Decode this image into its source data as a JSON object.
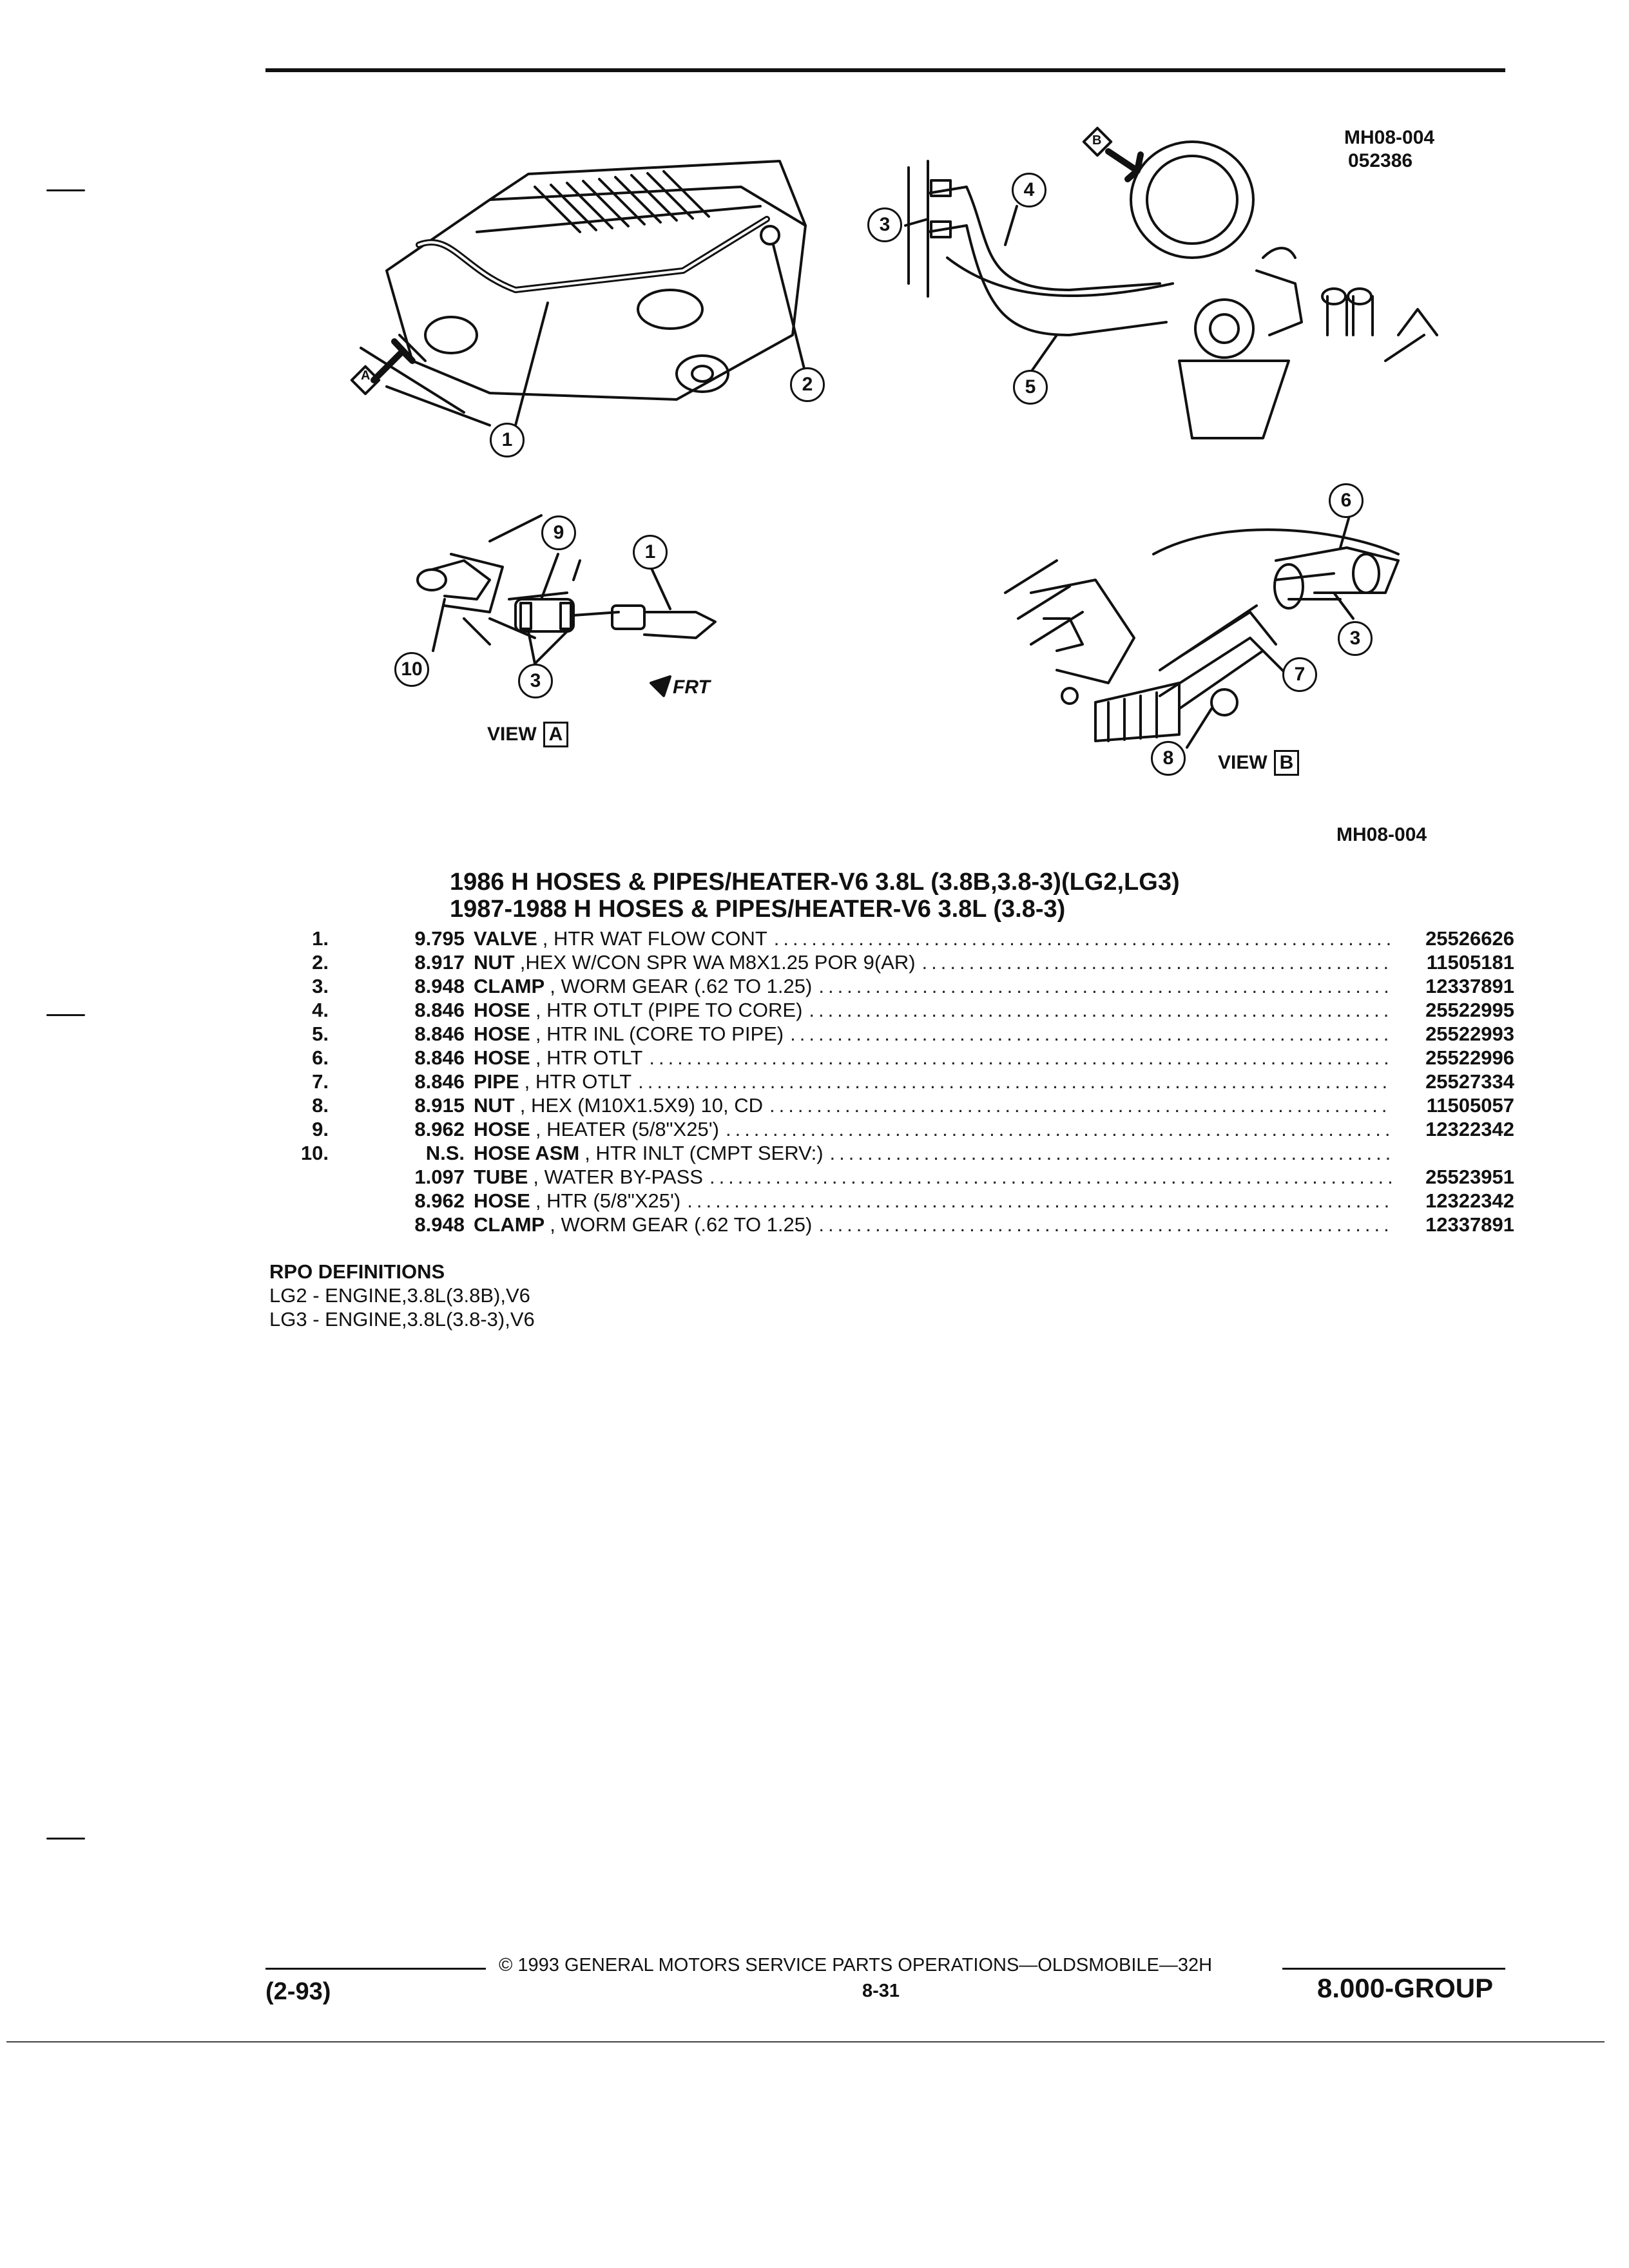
{
  "figure": {
    "id": "MH08-004",
    "date_code": "052386",
    "bottom_id": "MH08-004",
    "view_a_label": "VIEW",
    "view_a_letter": "A",
    "view_b_label": "VIEW",
    "view_b_letter": "B",
    "frt_label": "FRT",
    "arrow_a_letter": "A",
    "arrow_b_letter": "B",
    "callouts": {
      "c1a": "1",
      "c2": "2",
      "c3a": "3",
      "c4": "4",
      "c5": "5",
      "c9": "9",
      "c1b": "1",
      "c10": "10",
      "c3b": "3",
      "c6": "6",
      "c3c": "3",
      "c7": "7",
      "c8": "8"
    }
  },
  "titles": [
    "1986 H HOSES & PIPES/HEATER-V6 3.8L (3.8B,3.8-3)(LG2,LG3)",
    "1987-1988 H HOSES & PIPES/HEATER-V6 3.8L (3.8-3)"
  ],
  "parts": [
    {
      "item": "1.",
      "code": "9.795",
      "name": "VALVE",
      "desc": ", HTR WAT FLOW CONT",
      "pn": "25526626"
    },
    {
      "item": "2.",
      "code": "8.917",
      "name": "NUT",
      "desc": ",HEX W/CON SPR WA M8X1.25 POR 9(AR)",
      "pn": "11505181"
    },
    {
      "item": "3.",
      "code": "8.948",
      "name": "CLAMP",
      "desc": ", WORM GEAR (.62 TO 1.25)",
      "pn": "12337891"
    },
    {
      "item": "4.",
      "code": "8.846",
      "name": "HOSE",
      "desc": ", HTR OTLT (PIPE TO CORE)",
      "pn": "25522995"
    },
    {
      "item": "5.",
      "code": "8.846",
      "name": "HOSE",
      "desc": ", HTR INL (CORE TO PIPE)",
      "pn": "25522993"
    },
    {
      "item": "6.",
      "code": "8.846",
      "name": "HOSE",
      "desc": ", HTR OTLT",
      "pn": "25522996"
    },
    {
      "item": "7.",
      "code": "8.846",
      "name": "PIPE",
      "desc": ", HTR OTLT",
      "pn": "25527334"
    },
    {
      "item": "8.",
      "code": "8.915",
      "name": "NUT",
      "desc": ", HEX (M10X1.5X9) 10, CD",
      "pn": "11505057"
    },
    {
      "item": "9.",
      "code": "8.962",
      "name": "HOSE",
      "desc": ", HEATER (5/8\"X25')",
      "pn": "12322342"
    },
    {
      "item": "10.",
      "code": "N.S.",
      "name": "HOSE ASM",
      "desc": ", HTR INLT (CMPT SERV:)",
      "pn": ""
    },
    {
      "item": "",
      "code": "1.097",
      "name": "TUBE",
      "desc": ", WATER BY-PASS",
      "pn": "25523951"
    },
    {
      "item": "",
      "code": "8.962",
      "name": "HOSE",
      "desc": ", HTR (5/8\"X25')",
      "pn": "12322342"
    },
    {
      "item": "",
      "code": "8.948",
      "name": "CLAMP",
      "desc": ", WORM GEAR (.62 TO 1.25)",
      "pn": "12337891"
    }
  ],
  "rpo": {
    "heading": "RPO DEFINITIONS",
    "lines": [
      "LG2 - ENGINE,3.8L(3.8B),V6",
      "LG3 - ENGINE,3.8L(3.8-3),V6"
    ]
  },
  "footer": {
    "date": "(2-93)",
    "copyright": "© 1993 GENERAL MOTORS SERVICE PARTS OPERATIONS—OLDSMOBILE—32H",
    "page": "8-31",
    "group": "8.000-GROUP"
  }
}
